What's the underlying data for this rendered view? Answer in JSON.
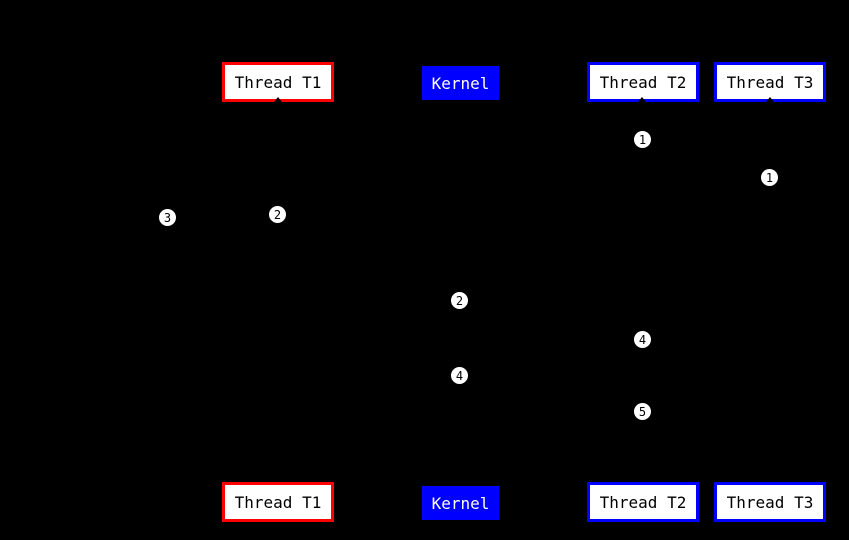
{
  "colors": {
    "background": "#000000",
    "box_bg": "#ffffff",
    "box_text": "#000000",
    "thread_t1_border": "#ff0000",
    "thread_border": "#0000ff",
    "kernel_bg": "#0000ff",
    "kernel_text": "#ffffff",
    "badge_bg": "#ffffff",
    "badge_text": "#000000"
  },
  "top_row": {
    "thread_t1": "Thread T1",
    "kernel": "Kernel",
    "thread_t2": "Thread T2",
    "thread_t3": "Thread T3"
  },
  "bottom_row": {
    "thread_t1": "Thread T1",
    "kernel": "Kernel",
    "thread_t2": "Thread T2",
    "thread_t3": "Thread T3"
  },
  "markers": [
    "1",
    "1",
    "3",
    "2",
    "2",
    "4",
    "4",
    "5"
  ]
}
